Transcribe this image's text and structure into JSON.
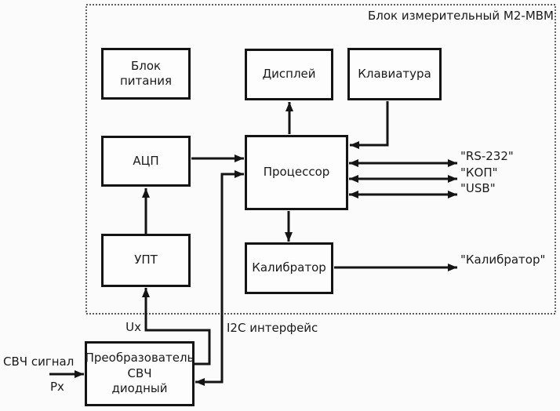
{
  "diagram": {
    "title": "Блок измерительный М2-МВМ",
    "blocks": {
      "power": "Блок питания",
      "display": "Дисплей",
      "keyboard": "Клавиатура",
      "adc": "АЦП",
      "processor": "Процессор",
      "dc_amplifier": "УПТ",
      "calibrator": "Калибратор",
      "converter": {
        "line1": "Преобразователь",
        "line2": "СВЧ",
        "line3": "диодный"
      }
    },
    "ports": {
      "rs232": "\"RS-232\"",
      "gpib": "\"КОП\"",
      "usb": "\"USB\"",
      "calibrator_out": "\"Калибратор\""
    },
    "signals": {
      "ux": "Ux",
      "i2c": "I2C интерфейс",
      "input_name": "СВЧ сигнал",
      "input_symbol": "Px"
    },
    "colors": {
      "line": "#141414",
      "background": "#fbfbfb"
    }
  }
}
